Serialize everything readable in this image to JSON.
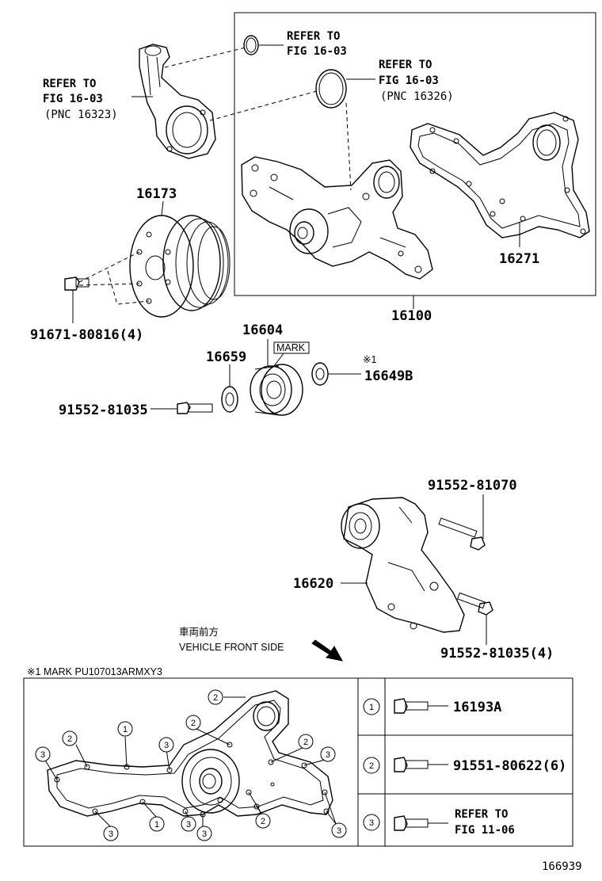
{
  "labels": {
    "refer_upper_1": "REFER TO",
    "refer_upper_2": "FIG 16-03",
    "refer_mid_1": "REFER TO",
    "refer_mid_2": "FIG 16-03",
    "refer_mid_3": "(PNC 16326)",
    "refer_left_1": "REFER TO",
    "refer_left_2": "FIG 16-03",
    "refer_left_3": "(PNC 16323)",
    "pulley": "16173",
    "pulley_bolt": "91671-80816(4)",
    "water_pump_assy": "16100",
    "gasket": "16271",
    "idler": "16604",
    "idler_mark": "MARK",
    "cover_plate": "16659",
    "note_marker": "※1",
    "cover_plate_b": "16649B",
    "idler_bolt": "91552-81035",
    "tensioner_bolt_top": "91552-81070",
    "tensioner": "16620",
    "tensioner_bolt_bottom": "91552-81035(4)",
    "vehicle_front_jp": "車両前方",
    "vehicle_front_en": "VEHICLE FRONT SIDE",
    "mark_note": "※1 MARK PU107013ARMXY3",
    "figure_number": "166939"
  },
  "callouts": [
    "1",
    "2",
    "3"
  ],
  "legend": [
    {
      "num": "1",
      "line1": "16193A",
      "line2": ""
    },
    {
      "num": "2",
      "line1": "91551-80622(6)",
      "line2": ""
    },
    {
      "num": "3",
      "line1": "REFER TO",
      "line2": "FIG 11-06"
    }
  ]
}
